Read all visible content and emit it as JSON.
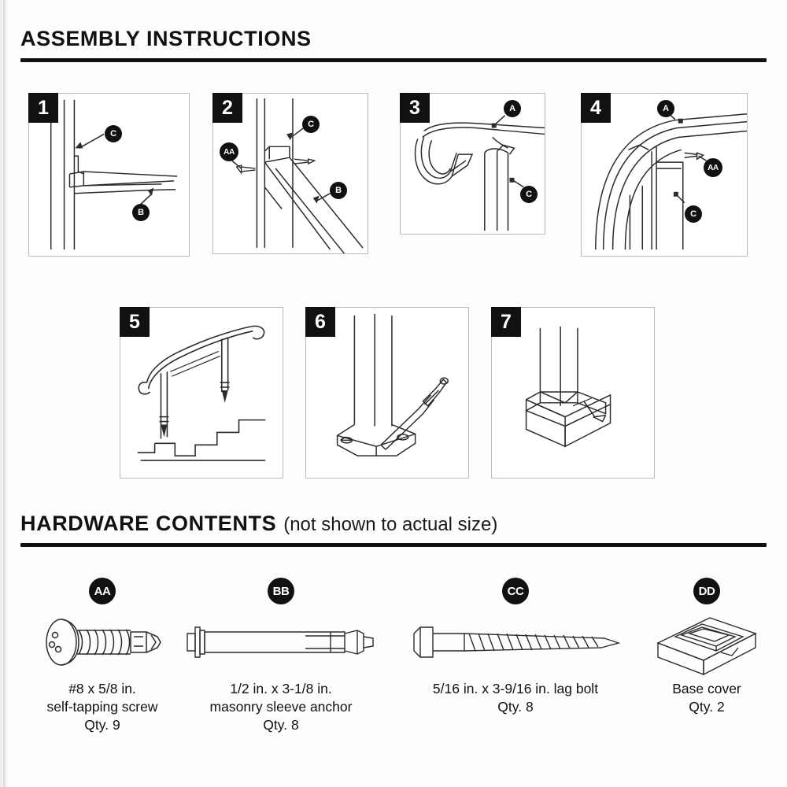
{
  "sections": {
    "assembly": {
      "title": "ASSEMBLY INSTRUCTIONS"
    },
    "hardware": {
      "title": "HARDWARE CONTENTS",
      "note": "(not shown to actual size)"
    }
  },
  "steps": [
    {
      "number": "1",
      "callouts": [
        "C",
        "B"
      ]
    },
    {
      "number": "2",
      "callouts": [
        "AA",
        "C",
        "B"
      ]
    },
    {
      "number": "3",
      "callouts": [
        "A",
        "C"
      ]
    },
    {
      "number": "4",
      "callouts": [
        "A",
        "AA",
        "C"
      ]
    },
    {
      "number": "5",
      "callouts": []
    },
    {
      "number": "6",
      "callouts": []
    },
    {
      "number": "7",
      "callouts": []
    }
  ],
  "step_callouts": {
    "s1_c": "C",
    "s1_b": "B",
    "s2_aa": "AA",
    "s2_c": "C",
    "s2_b": "B",
    "s3_a": "A",
    "s3_c": "C",
    "s4_a": "A",
    "s4_aa": "AA",
    "s4_c": "C"
  },
  "step_numbers": {
    "one": "1",
    "two": "2",
    "three": "3",
    "four": "4",
    "five": "5",
    "six": "6",
    "seven": "7"
  },
  "hardware": [
    {
      "badge": "AA",
      "icon": "self-tapping-screw",
      "caption": "#8 x 5/8 in.\nself-tapping screw\nQty. 9"
    },
    {
      "badge": "BB",
      "icon": "masonry-sleeve-anchor",
      "caption": "1/2 in. x 3-1/8 in.\nmasonry sleeve anchor\nQty. 8"
    },
    {
      "badge": "CC",
      "icon": "lag-bolt",
      "caption": "5/16 in. x 3-9/16 in. lag bolt\nQty. 8"
    },
    {
      "badge": "DD",
      "icon": "base-cover",
      "caption": "Base cover\nQty. 2"
    }
  ],
  "colors": {
    "ink": "#111111",
    "panel_border": "#b9b9b9",
    "page_bg": "#fdfdfd",
    "line_art": "#2b2b2b"
  }
}
